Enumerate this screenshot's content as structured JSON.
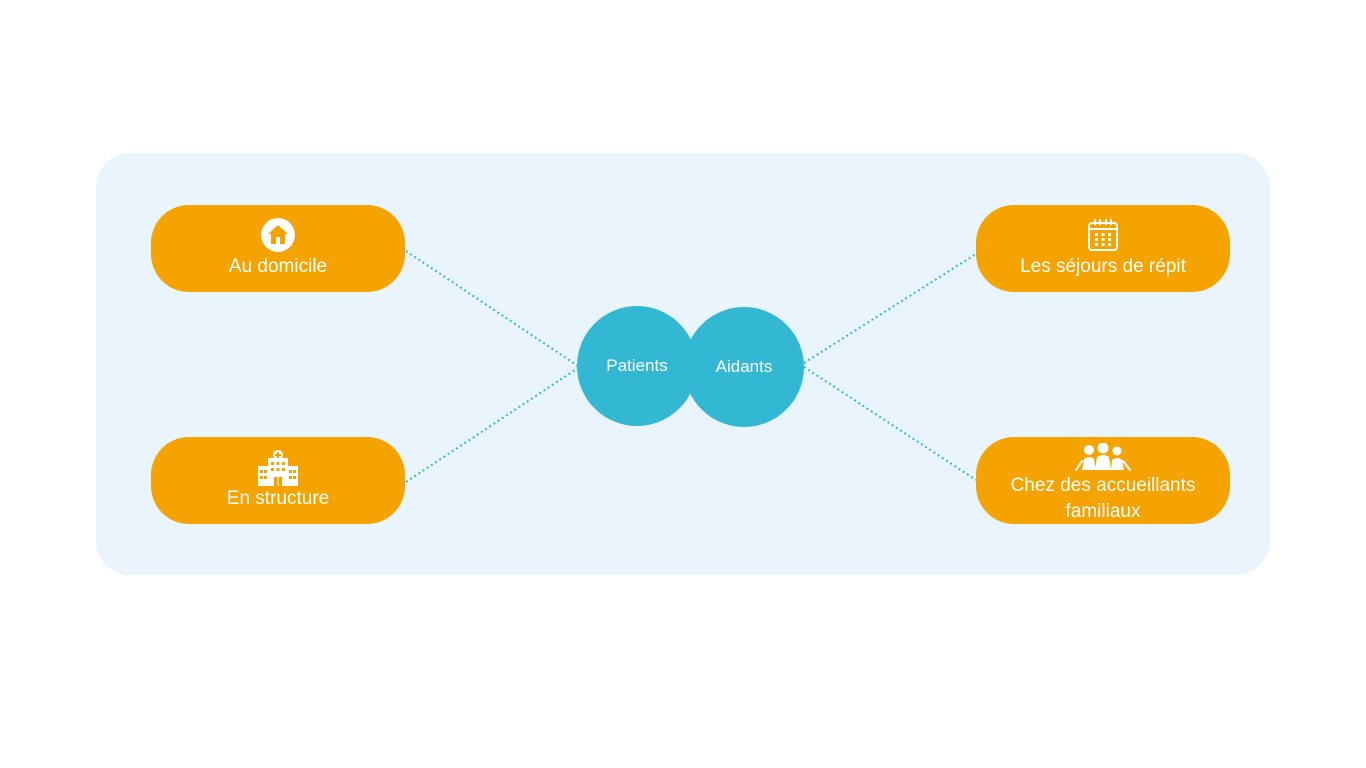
{
  "center": {
    "left_label": "Patients",
    "right_label": "Aidants"
  },
  "nodes": [
    {
      "label": "Au domicile",
      "icon": "house-icon"
    },
    {
      "label": "En structure",
      "icon": "hospital-icon"
    },
    {
      "label": "Les séjours de répit",
      "icon": "calendar-icon"
    },
    {
      "label": "Chez des accueillants familiaux",
      "icon": "family-group-icon"
    }
  ],
  "colors": {
    "panel_background": "#e9f4fc",
    "node_fill": "#f5a300",
    "circle_fill": "#33b8d4",
    "connector": "#33b8d4",
    "text": "#ffffff"
  }
}
